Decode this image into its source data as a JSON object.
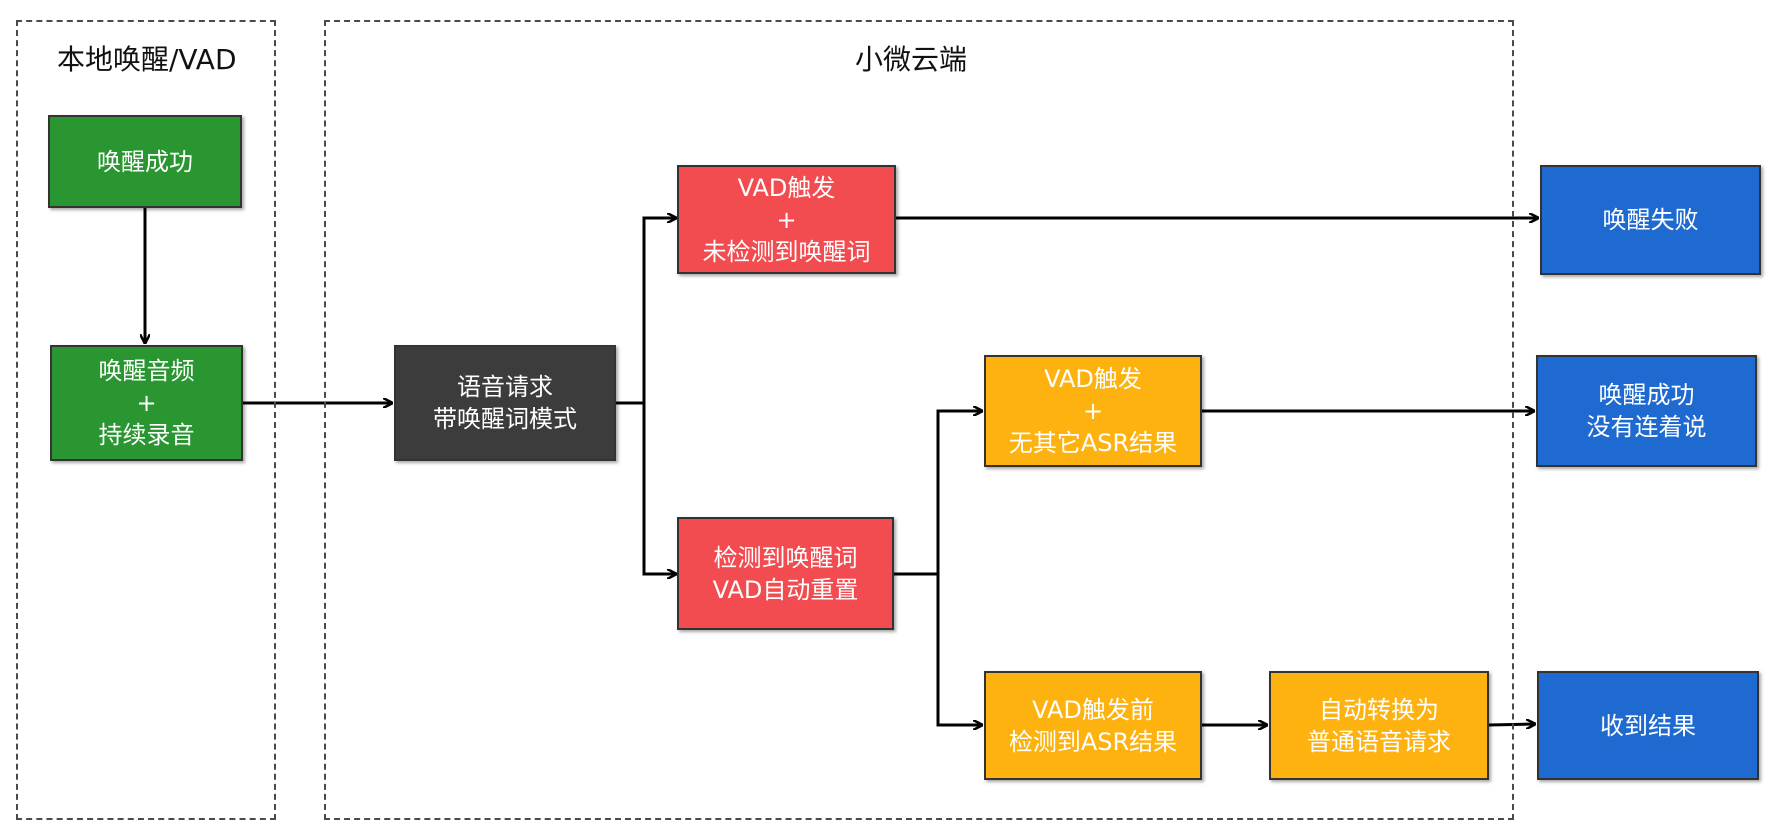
{
  "regions": {
    "local": {
      "title": "本地唤醒/VAD"
    },
    "cloud": {
      "title": "小微云端"
    }
  },
  "nodes": {
    "wake_success_local": {
      "lines": [
        "唤醒成功"
      ],
      "color": "#2a9632"
    },
    "wake_audio": {
      "lines": [
        "唤醒音频",
        "+",
        "持续录音"
      ],
      "color": "#2a9632"
    },
    "voice_request": {
      "lines": [
        "语音请求",
        "带唤醒词模式"
      ],
      "color": "#3c3c3c"
    },
    "vad_no_wakeword": {
      "lines": [
        "VAD触发",
        "+",
        "未检测到唤醒词"
      ],
      "color": "#f24b50"
    },
    "wakeword_detected": {
      "lines": [
        "检测到唤醒词",
        "VAD自动重置"
      ],
      "color": "#f24b50"
    },
    "vad_no_asr": {
      "lines": [
        "VAD触发",
        "+",
        "无其它ASR结果"
      ],
      "color": "#fdb20f"
    },
    "asr_before_vad": {
      "lines": [
        "VAD触发前",
        "检测到ASR结果"
      ],
      "color": "#fdb20f"
    },
    "auto_convert": {
      "lines": [
        "自动转换为",
        "普通语音请求"
      ],
      "color": "#fdb20f"
    },
    "wake_fail": {
      "lines": [
        "唤醒失败"
      ],
      "color": "#1e6ad1"
    },
    "wake_success_no_continue": {
      "lines": [
        "唤醒成功",
        "没有连着说"
      ],
      "color": "#1e6ad1"
    },
    "result_received": {
      "lines": [
        "收到结果"
      ],
      "color": "#1e6ad1"
    }
  }
}
